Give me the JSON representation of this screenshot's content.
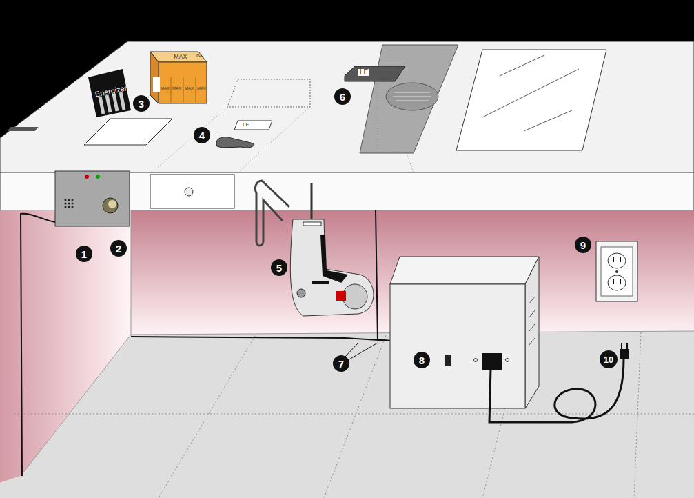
{
  "diagram": {
    "labels": [
      "Energizer",
      "MAX",
      "800",
      "MAX",
      "MAX",
      "MAX",
      "MAX",
      "LE",
      "LE",
      "1",
      "2",
      "3",
      "4",
      "5",
      "6",
      "7",
      "8",
      "9",
      "10"
    ]
  }
}
